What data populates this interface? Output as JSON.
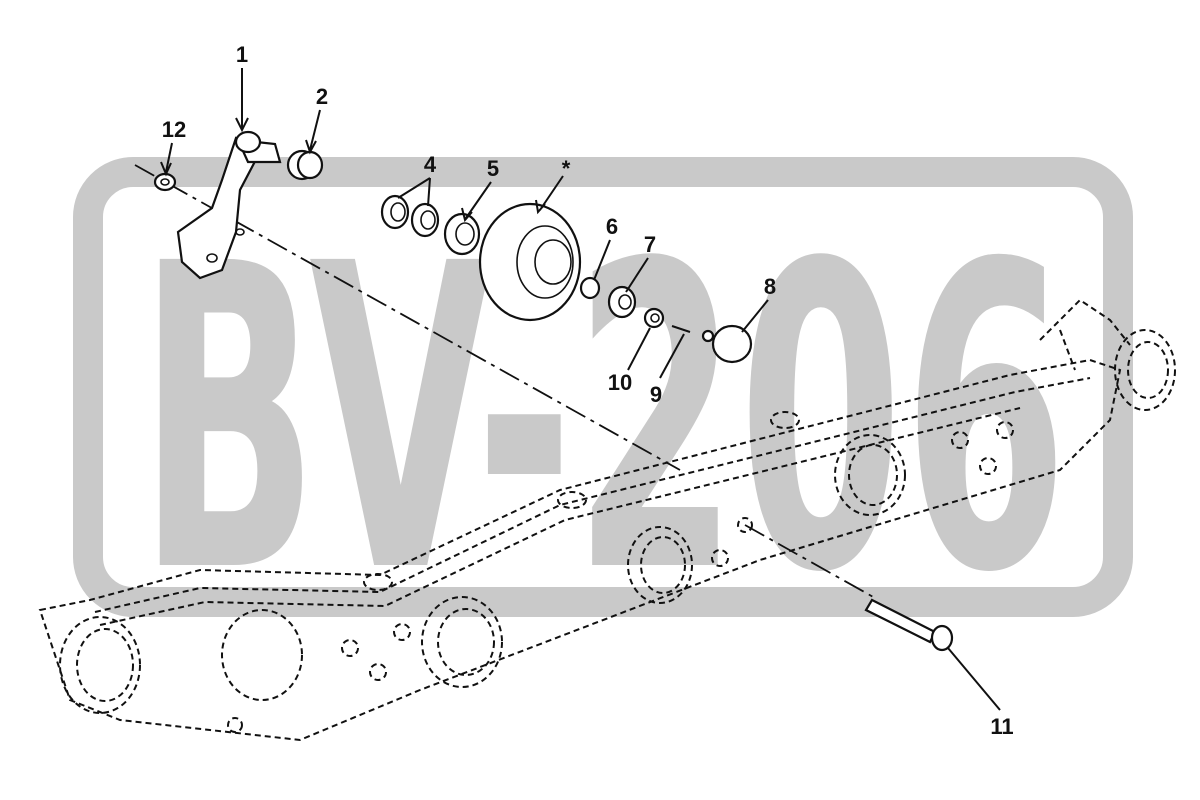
{
  "watermark": {
    "text": "BV-206",
    "color": "#c9c9c9"
  },
  "callouts": {
    "c1": "1",
    "c2": "2",
    "c4": "4",
    "c5": "5",
    "c_star": "*",
    "c6": "6",
    "c7": "7",
    "c8": "8",
    "c9": "9",
    "c10": "10",
    "c11": "11",
    "c12": "12"
  },
  "colors": {
    "line": "#111111",
    "background": "#ffffff"
  }
}
